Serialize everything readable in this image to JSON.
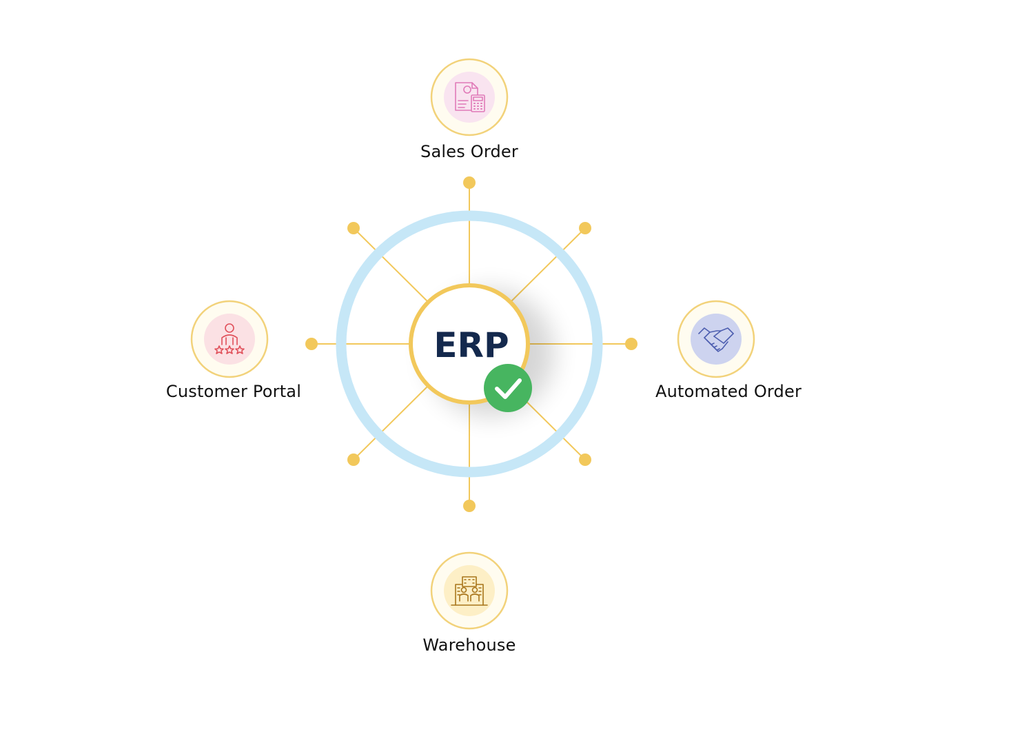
{
  "center": {
    "label": "ERP",
    "status_icon": "check-icon"
  },
  "nodes": [
    {
      "label": "Sales Order",
      "icon": "invoice-calculator-icon"
    },
    {
      "label": "Customer Portal",
      "icon": "customer-rating-icon"
    },
    {
      "label": "Automated Order",
      "icon": "handshake-icon"
    },
    {
      "label": "Warehouse",
      "icon": "warehouse-building-icon"
    }
  ],
  "colors": {
    "connector": "#f2c85b",
    "outer_ring": "#c6e7f7",
    "center_ring": "#f2c85b",
    "erp_text": "#14294d",
    "check_badge": "#47b560",
    "node_ring": "#f2d27a",
    "node_bg": "#fffcf0",
    "sales_icon": "#e07ab8",
    "customer_icon": "#e0505a",
    "automated_icon": "#4e5fb0",
    "warehouse_icon": "#a8751a"
  }
}
